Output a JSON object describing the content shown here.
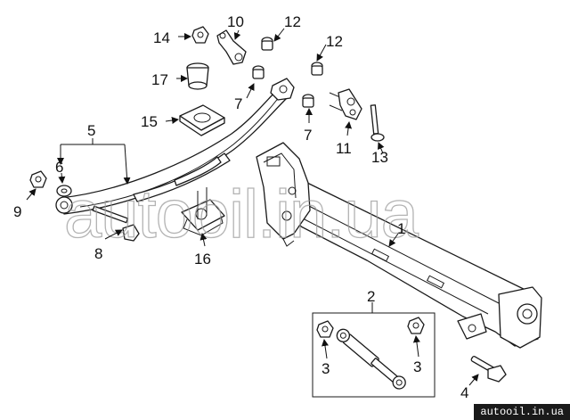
{
  "diagram": {
    "callouts": {
      "c1": "1",
      "c2": "2",
      "c3a": "3",
      "c3b": "3",
      "c4": "4",
      "c5": "5",
      "c6": "6",
      "c7a": "7",
      "c7b": "7",
      "c8": "8",
      "c9": "9",
      "c10": "10",
      "c11": "11",
      "c12a": "12",
      "c12b": "12",
      "c13": "13",
      "c14": "14",
      "c15": "15",
      "c16": "16",
      "c17": "17"
    },
    "watermark": "autooil.in.ua"
  },
  "footer": {
    "url": "autooil.in.ua"
  }
}
